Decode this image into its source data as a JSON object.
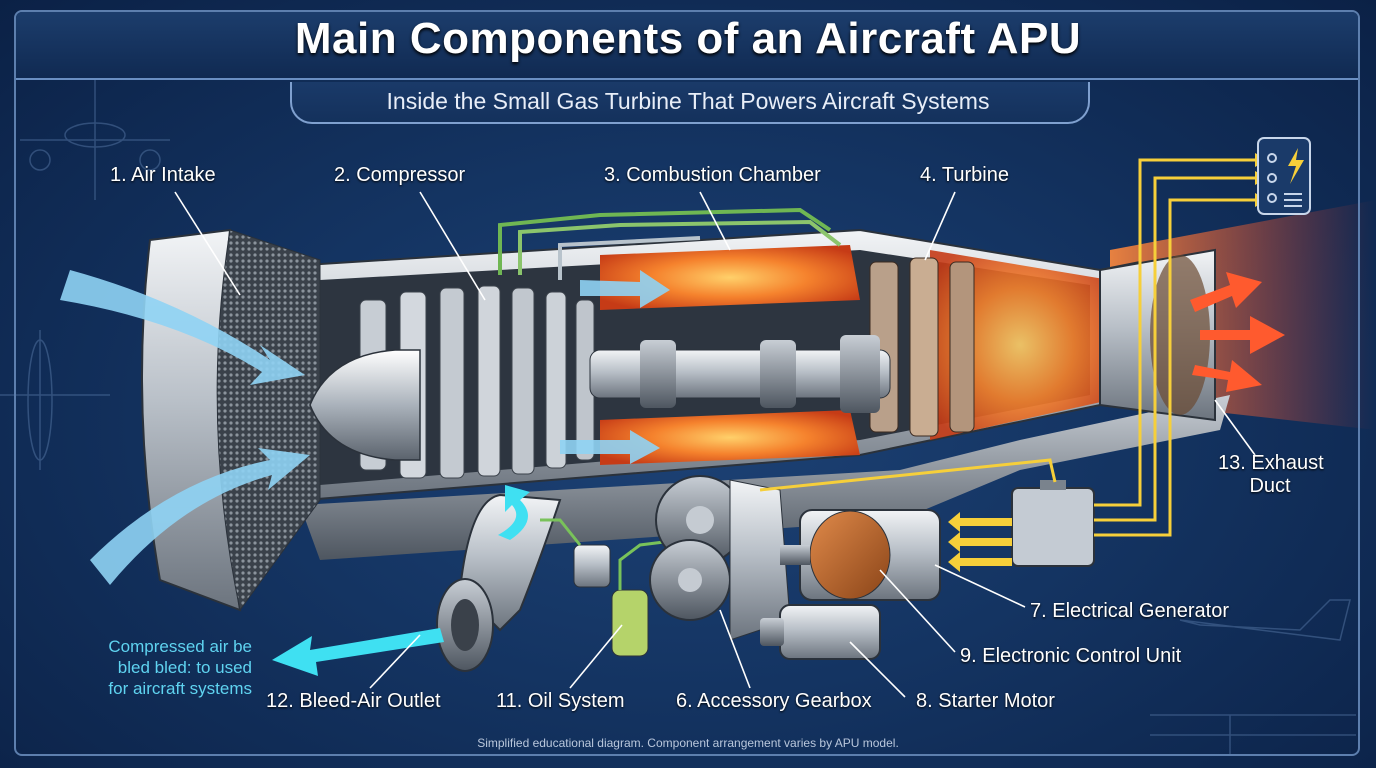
{
  "header": {
    "title": "Main Components of an Aircraft APU",
    "subtitle": "Inside the Small Gas Turbine That Powers Aircraft Systems"
  },
  "labels": {
    "air_intake": "1. Air Intake",
    "compressor": "2. Compressor",
    "combustion_chamber": "3. Combustion Chamber",
    "turbine": "4. Turbine",
    "exhaust_duct_line1": "13. Exhaust",
    "exhaust_duct_line2": "Duct",
    "electrical_generator": "7. Electrical Generator",
    "electronic_control_unit": "9. Electronic Control Unit",
    "starter_motor": "8. Starter Motor",
    "accessory_gearbox": "6. Accessory Gearbox",
    "oil_system": "11. Oil System",
    "bleed_air_outlet": "12. Bleed-Air Outlet"
  },
  "bleed_note": {
    "line1": "Compressed air be",
    "line2": "bled bled: to used",
    "line3": "for aircraft systems"
  },
  "footnote": "Simplified educational diagram. Component arrangement varies by APU model.",
  "colors": {
    "background": "#143462",
    "intake_air": "#8fd3f4",
    "combustion": "#f0642a",
    "exhaust": "#ff5a2e",
    "electrical_lines": "#f6cf3a",
    "bleed_air": "#3fe0f2",
    "oil_lines": "#79c25a"
  },
  "icons": [
    "power-panel-icon",
    "lightning-icon",
    "aircraft-blueprint-icon"
  ]
}
